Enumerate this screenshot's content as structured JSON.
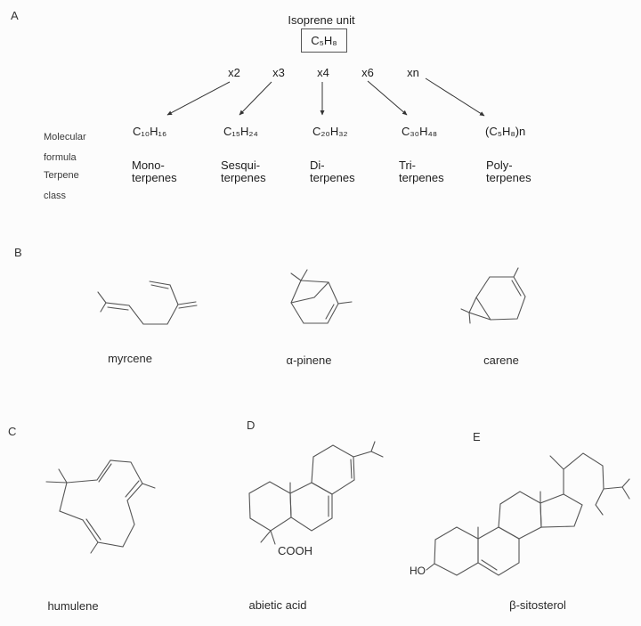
{
  "figure": {
    "background": "#fcfcfc",
    "text_color": "#222222",
    "line_color": "#555555",
    "arrow_color": "#333333"
  },
  "panel_a": {
    "label": "A",
    "isoprene_title": "Isoprene unit",
    "isoprene_formula": "C₅H₈",
    "multipliers": [
      "x2",
      "x3",
      "x4",
      "x6",
      "xn"
    ],
    "row_headers": {
      "molecular_formula": [
        "Molecular",
        "formula"
      ],
      "terpene_class": [
        "Terpene",
        "class"
      ]
    },
    "columns": [
      {
        "formula": "C₁₀H₁₆",
        "class_line1": "Mono-",
        "class_line2": "terpenes"
      },
      {
        "formula": "C₁₅H₂₄",
        "class_line1": "Sesqui-",
        "class_line2": "terpenes"
      },
      {
        "formula": "C₂₀H₃₂",
        "class_line1": "Di-",
        "class_line2": "terpenes"
      },
      {
        "formula": "C₃₀H₄₈",
        "class_line1": "Tri-",
        "class_line2": "terpenes"
      },
      {
        "formula": "(C₅H₈)n",
        "class_line1": "Poly-",
        "class_line2": "terpenes"
      }
    ]
  },
  "panel_b": {
    "label": "B",
    "molecules": [
      "myrcene",
      "α-pinene",
      "carene"
    ]
  },
  "panel_c": {
    "label": "C",
    "molecule": "humulene"
  },
  "panel_d": {
    "label": "D",
    "molecule": "abietic acid",
    "group_label": "COOH"
  },
  "panel_e": {
    "label": "E",
    "molecule": "β-sitosterol",
    "group_label": "HO"
  }
}
